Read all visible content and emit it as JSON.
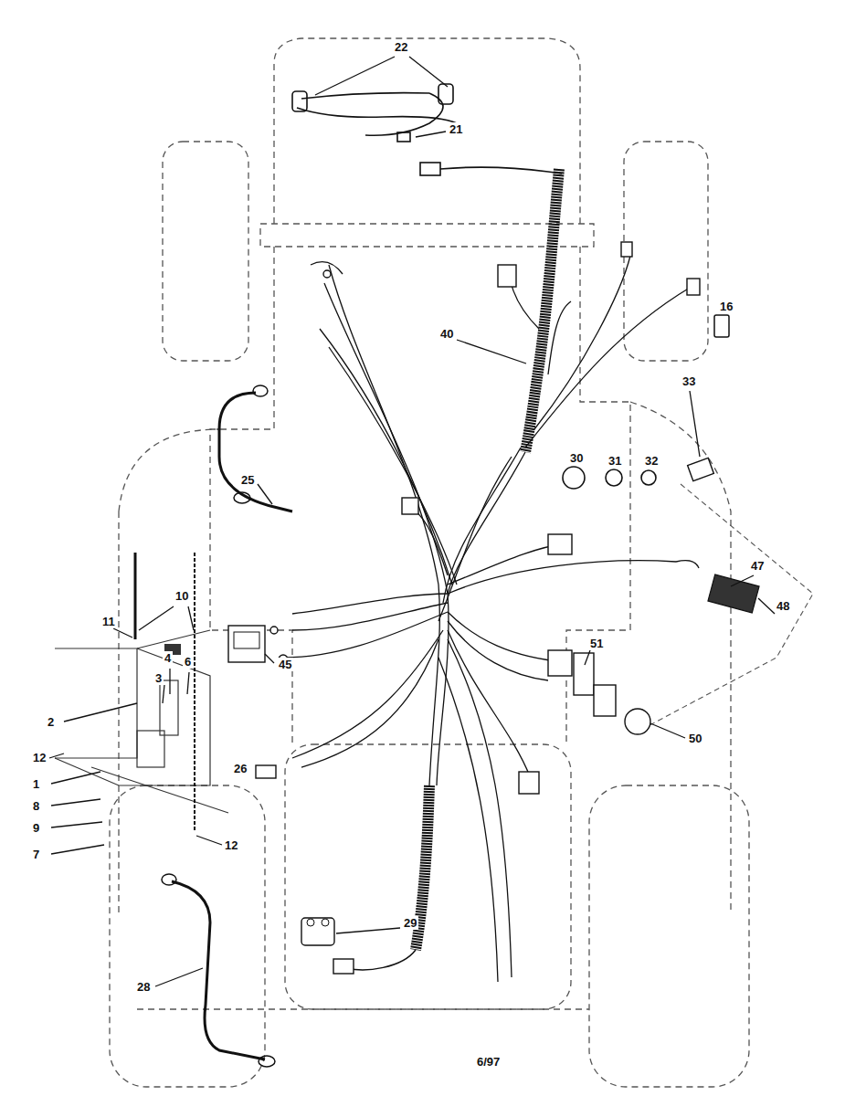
{
  "diagram": {
    "labels": [
      "22",
      "21",
      "16",
      "40",
      "33",
      "30",
      "31",
      "32",
      "25",
      "47",
      "10",
      "11",
      "45",
      "48",
      "4",
      "6",
      "3",
      "51",
      "50",
      "2",
      "12",
      "1",
      "26",
      "8",
      "9",
      "7",
      "12",
      "29",
      "28",
      "6/97"
    ]
  }
}
